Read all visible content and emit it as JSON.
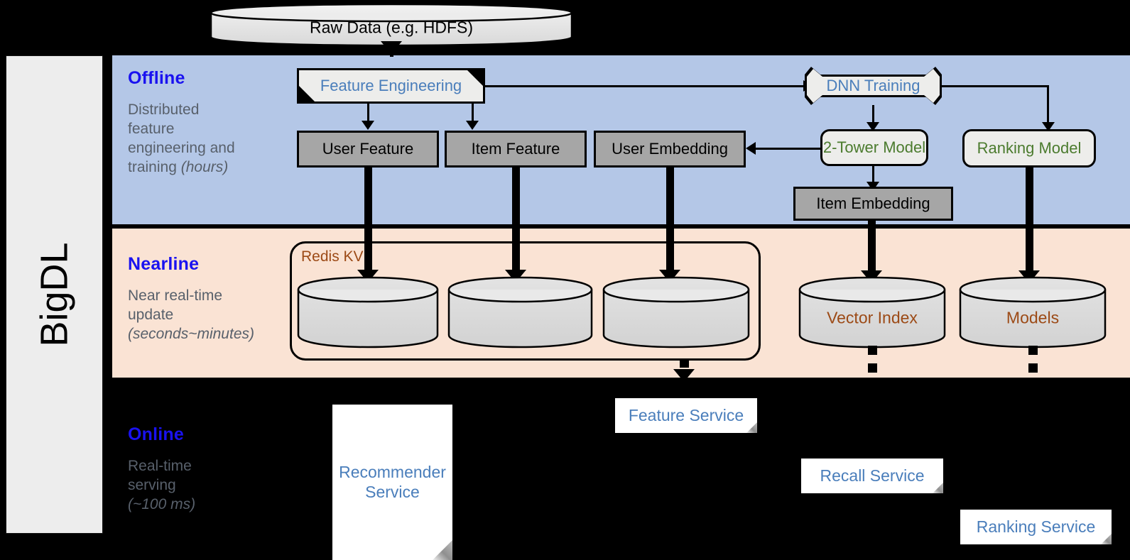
{
  "framework": {
    "name": "BigDL"
  },
  "bands": [
    {
      "id": "offline",
      "title": "Offline",
      "subtitle": "Distributed feature engineering and ",
      "subtitle_italic": "(hours)",
      "color": "#b4c7e7"
    },
    {
      "id": "nearline",
      "title": "Nearline",
      "subtitle": "Near real-time update ",
      "subtitle_italic": "(seconds~minutes)",
      "color": "#fae3d4"
    },
    {
      "id": "online",
      "title": "Online",
      "subtitle": "Real-time serving ",
      "subtitle_italic": "(~100 ms)",
      "color": "#000000"
    }
  ],
  "offline_sub_lines": [
    "Distributed",
    "feature",
    "engineering and",
    "training "
  ],
  "offline_sub_italic": "(hours)",
  "nearline_sub_lines": [
    "Near real-time",
    "update"
  ],
  "nearline_sub_italic": "(seconds~minutes)",
  "online_sub_lines": [
    "Real-time",
    "serving"
  ],
  "online_sub_italic": "(~100 ms)",
  "nodes": {
    "raw_data": "Raw Data (e.g. HDFS)",
    "feature_engineering": "Feature Engineering",
    "dnn_training": "DNN Training",
    "user_feature": "User Feature",
    "item_feature": "Item Feature",
    "user_embedding": "User Embedding",
    "two_tower_model": "2-Tower Model",
    "ranking_model": "Ranking Model",
    "item_embedding": "Item Embedding",
    "redis_kv": "Redis KV",
    "vector_index": "Vector Index",
    "models": "Models",
    "feature_service": "Feature Service",
    "recommender_service_l1": "Recommender",
    "recommender_service_l2": "Service",
    "recall_service": "Recall Service",
    "ranking_service": "Ranking Service"
  },
  "colors": {
    "offline_band": "#b4c7e7",
    "nearline_band": "#fae3d4",
    "online_band": "#000000",
    "band_title": "#1a12f0",
    "band_subtitle": "#58606b",
    "gray_box": "#a6a6a6",
    "light_box": "#ededeb",
    "blue_text": "#4a7ebb",
    "green_text": "#4b7b2e",
    "brown_text": "#9c4a16",
    "rail_bg": "#ededed"
  }
}
